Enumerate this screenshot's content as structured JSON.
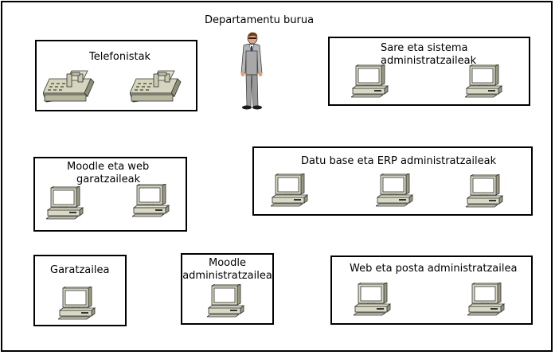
{
  "diagram": {
    "head": {
      "label": "Departamentu burua"
    },
    "groups": {
      "telefonistak": {
        "label": "Telefonistak"
      },
      "sare": {
        "label_line1": "Sare eta sistema",
        "label_line2": "administratzaileak"
      },
      "moodle_web": {
        "label_line1": "Moodle eta web",
        "label_line2": "garatzaileak"
      },
      "datu_base": {
        "label": "Datu base eta ERP administratzaileak"
      },
      "garatzailea": {
        "label": "Garatzailea"
      },
      "moodle_admin": {
        "label_line1": "Moodle",
        "label_line2": "administratzailea"
      },
      "web_posta": {
        "label": "Web eta posta administratzailea"
      }
    }
  }
}
